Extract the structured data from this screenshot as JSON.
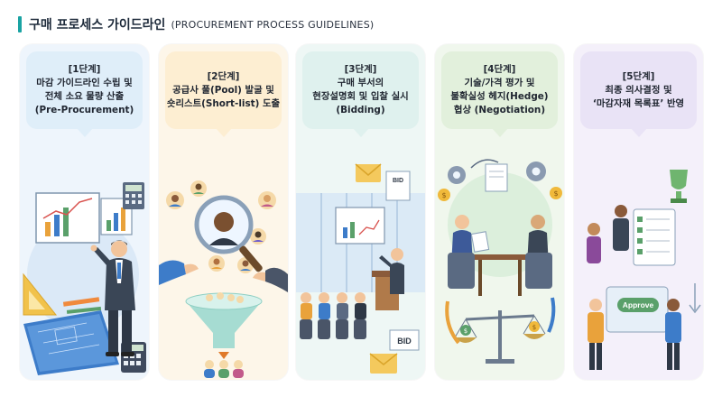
{
  "header": {
    "title": "구매 프로세스 가이드라인",
    "subtitle": "(PROCUREMENT PROCESS GUIDELINES)"
  },
  "steps": [
    {
      "lines": [
        "[1단계]",
        "마감 가이드라인 수립 및",
        "전체 소요 물량 산출",
        "(Pre-Procurement)"
      ],
      "bubble_color": "#dfeef9",
      "card_color": "#eef5fc"
    },
    {
      "lines": [
        "[2단계]",
        "공급사 풀(Pool) 발굴 및",
        "숏리스트(Short-list) 도출"
      ],
      "bubble_color": "#fdeed2",
      "card_color": "#fdf6e9"
    },
    {
      "lines": [
        "[3단계]",
        "구매 부서의",
        "현장설명회 및 입찰 실시",
        "(Bidding)"
      ],
      "bubble_color": "#dff1ee",
      "card_color": "#eef7f5"
    },
    {
      "lines": [
        "[4단계]",
        "기술/가격 평가 및",
        "불확실성 헤지(Hedge)",
        "협상 (Negotiation)"
      ],
      "bubble_color": "#e2f0dc",
      "card_color": "#f0f7ed"
    },
    {
      "lines": [
        "[5단계]",
        "최종 의사결정 및",
        "‘마감자재 목록표’ 반영"
      ],
      "bubble_color": "#e9e3f6",
      "card_color": "#f4f0fa"
    }
  ],
  "labels": {
    "bid_1": "BID",
    "bid_2": "BID",
    "approve": "Approve"
  }
}
